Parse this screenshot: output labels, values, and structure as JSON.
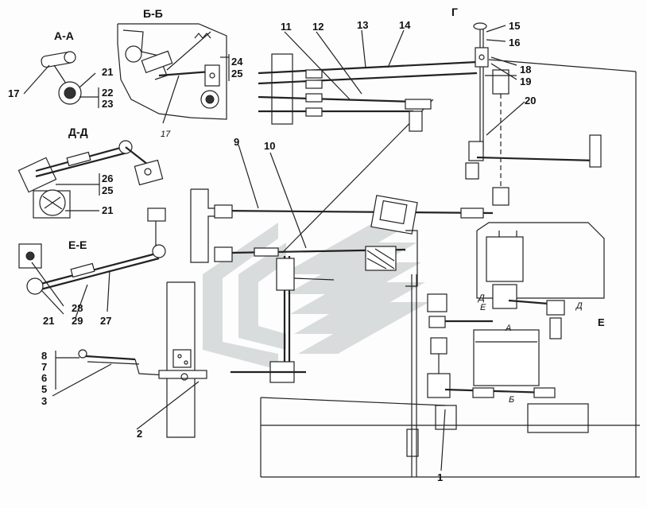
{
  "sections": {
    "aa": "А-А",
    "bb": "Б-Б",
    "g": "Г",
    "dd": "Д-Д",
    "ee": "Е-Е"
  },
  "markers": {
    "d1": "Д",
    "e1": "Е",
    "d2": "Д",
    "e2": "Е",
    "a": "А",
    "b": "Б"
  },
  "callouts": {
    "n1": "1",
    "n2": "2",
    "n3": "3",
    "n5": "5",
    "n6": "6",
    "n7": "7",
    "n8": "8",
    "n9": "9",
    "n10": "10",
    "n11": "11",
    "n12": "12",
    "n13": "13",
    "n14": "14",
    "n15": "15",
    "n16": "16",
    "n17a": "17",
    "n17b": "17",
    "n18": "18",
    "n19": "19",
    "n20": "20",
    "n21a": "21",
    "n21b": "21",
    "n21c": "21",
    "n22": "22",
    "n23": "23",
    "n24": "24",
    "n25a": "25",
    "n25b": "25",
    "n26": "26",
    "n27": "27",
    "n28": "28",
    "n29": "29"
  },
  "colors": {
    "line": "#222222",
    "watermark": "#d9dcdc",
    "background": "#fdfdfd"
  }
}
